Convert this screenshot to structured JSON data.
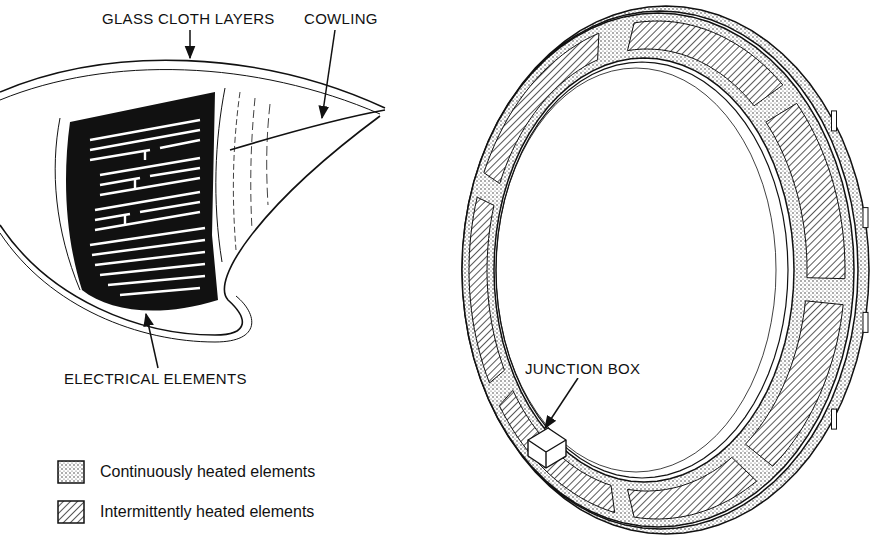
{
  "diagram": {
    "labels": [
      "GLASS CLOTH LAYERS",
      "COWLING",
      "ELECTRICAL ELEMENTS",
      "JUNCTION BOX"
    ],
    "legend": [
      {
        "text": "Continuously heated elements"
      },
      {
        "text": "Intermittently heated elements"
      }
    ]
  }
}
